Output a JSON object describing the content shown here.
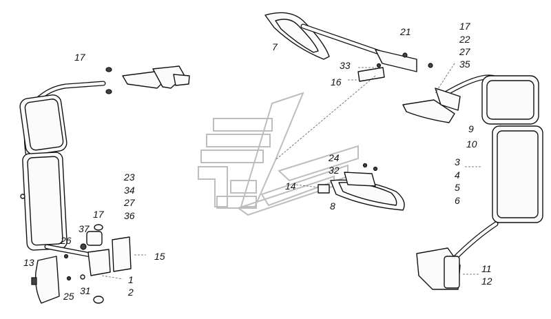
{
  "labels": {
    "l1": "1",
    "l2": "2",
    "l3": "3",
    "l4": "4",
    "l5": "5",
    "l6": "6",
    "l7": "7",
    "l8": "8",
    "l9": "9",
    "l10": "10",
    "l11": "11",
    "l12": "12",
    "l13": "13",
    "l14": "14",
    "l15": "15",
    "l16": "16",
    "l17a": "17",
    "l17b": "17",
    "l17c": "17",
    "l21": "21",
    "l22": "22",
    "l23": "23",
    "l24": "24",
    "l25": "25",
    "l26": "26",
    "l27a": "27",
    "l27b": "27",
    "l31": "31",
    "l32": "32",
    "l33": "33",
    "l34": "34",
    "l35": "35",
    "l36": "36",
    "l37": "37"
  }
}
